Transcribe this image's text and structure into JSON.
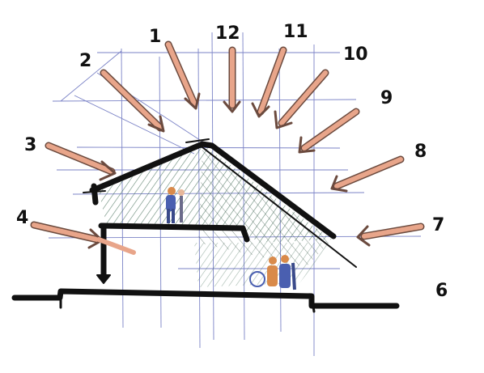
{
  "colors": {
    "paper": "#ffffff",
    "ink": "#111111",
    "guide": "#5a64b8",
    "arrow": "#e8a58a",
    "arrow_edge": "#6b4a3e",
    "hatch": "#2f5f46",
    "figure_blue": "#4a5fb0",
    "figure_orange": "#d98a4a"
  },
  "sun_positions": [
    {
      "label": "1"
    },
    {
      "label": "12"
    },
    {
      "label": "11"
    },
    {
      "label": "10"
    },
    {
      "label": "9"
    },
    {
      "label": "8"
    },
    {
      "label": "7"
    },
    {
      "label": "6"
    },
    {
      "label": "4"
    },
    {
      "label": "3"
    },
    {
      "label": "2"
    }
  ]
}
